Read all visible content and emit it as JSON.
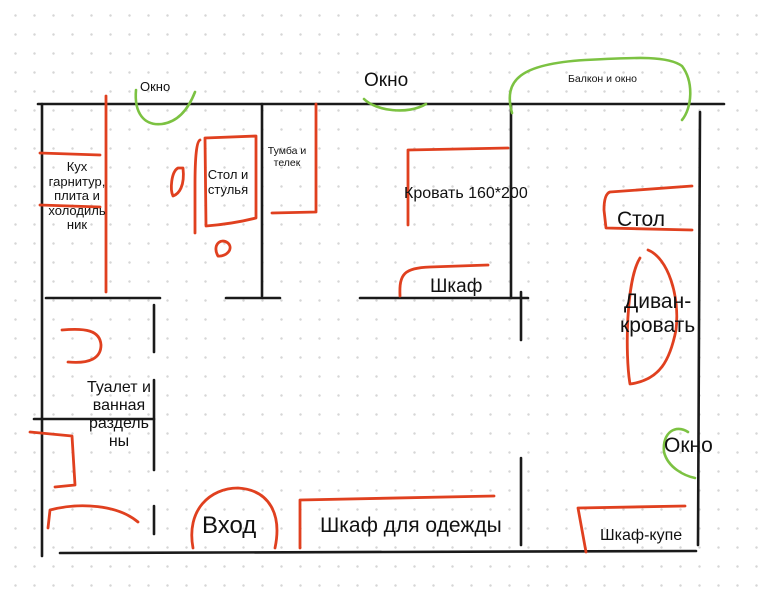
{
  "labels": {
    "window_kitchen": "Окно",
    "window_room": "Окно",
    "balcony": "Балкон и окно",
    "kitchen_l1": "Кух",
    "kitchen_l2": "гарнитур,",
    "kitchen_l3": "плита и",
    "kitchen_l4": "холодиль",
    "kitchen_l5": "ник",
    "table_chairs_l1": "Стол и",
    "table_chairs_l2": "стулья",
    "tv_l1": "Тумба и",
    "tv_l2": "телек",
    "bed": "Кровать 160*200",
    "wardrobe": "Шкаф",
    "desk": "Стол",
    "sofa_l1": "Диван-",
    "sofa_l2": "кровать",
    "window_right": "Окно",
    "bathroom_l1": "Туалет и",
    "bathroom_l2": "ванная",
    "bathroom_l3": "раздель",
    "bathroom_l4": "ны",
    "entrance": "Вход",
    "clothes_closet": "Шкаф для одежды",
    "sliding_closet": "Шкаф-купе"
  },
  "colors": {
    "walls": "#1a1a1a",
    "furniture": "#e0401f",
    "windows": "#7cc242",
    "background_dots": "#d6d6d6"
  }
}
